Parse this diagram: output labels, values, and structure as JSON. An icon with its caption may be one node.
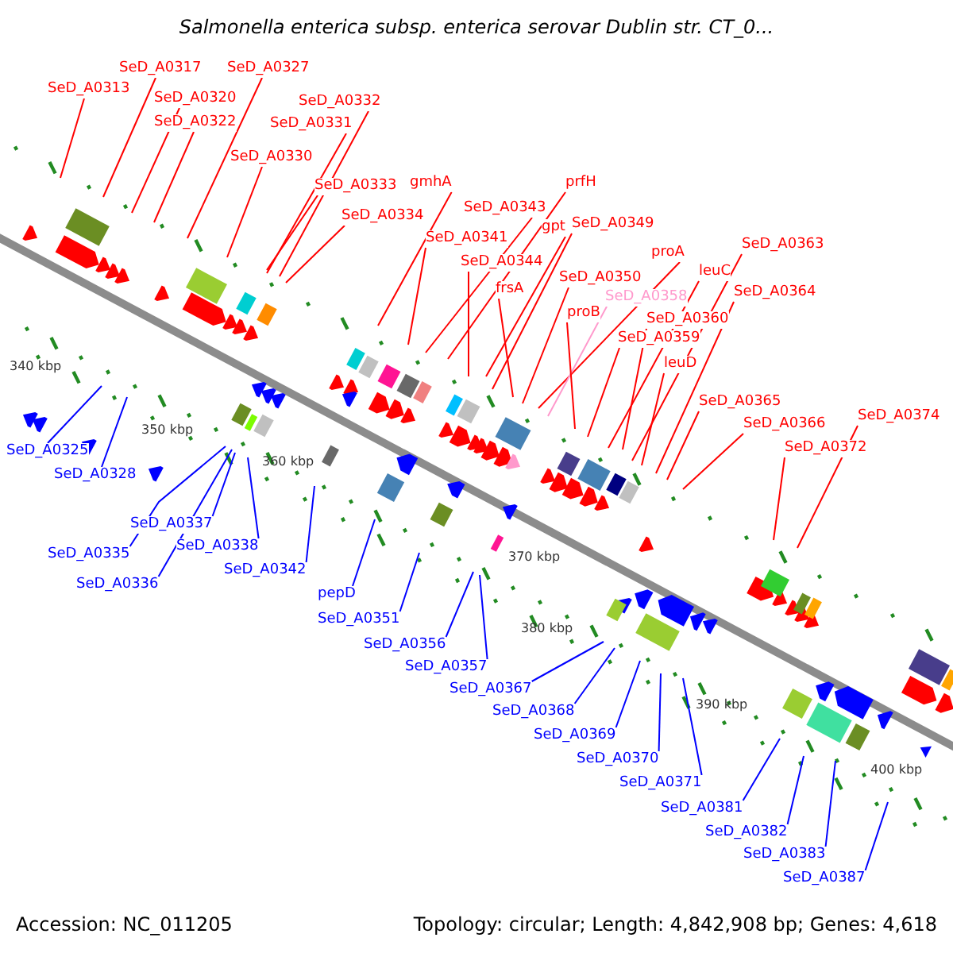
{
  "diagram": {
    "title": "Salmonella enterica subsp. enterica serovar Dublin str. CT_0...",
    "nodes": [
      {
        "text": [
          "SeD_A0313"
        ]
      },
      {
        "text": [
          "SeD_A0317"
        ]
      },
      {
        "text": [
          "SeD_A0320"
        ]
      },
      {
        "text": [
          "SeD_A0322"
        ]
      },
      {
        "text": [
          "SeD_A0327"
        ]
      },
      {
        "text": [
          "SeD_A0332"
        ]
      },
      {
        "text": [
          "SeD_A0331"
        ]
      },
      {
        "text": [
          "SeD_A0330"
        ]
      },
      {
        "text": [
          "SeD_A0333"
        ]
      },
      {
        "text": [
          "gmhA"
        ]
      },
      {
        "text": [
          "SeD_A0334"
        ]
      },
      {
        "text": [
          "prfH"
        ]
      },
      {
        "text": [
          "SeD_A0343"
        ]
      },
      {
        "text": [
          "SeD_A0341"
        ]
      },
      {
        "text": [
          "gpt"
        ]
      },
      {
        "text": [
          "SeD_A0349"
        ]
      },
      {
        "text": [
          "SeD_A0344"
        ]
      },
      {
        "text": [
          "proA"
        ]
      },
      {
        "text": [
          "frsA"
        ]
      },
      {
        "text": [
          "SeD_A0350"
        ]
      },
      {
        "text": [
          "SeD_A0358"
        ]
      },
      {
        "text": [
          "proB"
        ]
      },
      {
        "text": [
          "leuC"
        ]
      },
      {
        "text": [
          "SeD_A0363"
        ]
      },
      {
        "text": [
          "SeD_A0360"
        ]
      },
      {
        "text": [
          "SeD_A0364"
        ]
      },
      {
        "text": [
          "SeD_A0359"
        ]
      },
      {
        "text": [
          "leuD"
        ]
      },
      {
        "text": [
          "SeD_A0365"
        ]
      },
      {
        "text": [
          "SeD_A0366"
        ]
      },
      {
        "text": [
          "SeD_A0374"
        ]
      },
      {
        "text": [
          "SeD_A0372"
        ]
      },
      {
        "text": [
          "SeD_A0325"
        ]
      },
      {
        "text": [
          "SeD_A0328"
        ]
      },
      {
        "text": [
          "SeD_A0337"
        ]
      },
      {
        "text": [
          "SeD_A0335"
        ]
      },
      {
        "text": [
          "SeD_A0338"
        ]
      },
      {
        "text": [
          "SeD_A0336"
        ]
      },
      {
        "text": [
          "SeD_A0342"
        ]
      },
      {
        "text": [
          "pepD"
        ]
      },
      {
        "text": [
          "SeD_A0351"
        ]
      },
      {
        "text": [
          "SeD_A0356"
        ]
      },
      {
        "text": [
          "SeD_A0357"
        ]
      },
      {
        "text": [
          "SeD_A0367"
        ]
      },
      {
        "text": [
          "SeD_A0368"
        ]
      },
      {
        "text": [
          "SeD_A0369"
        ]
      },
      {
        "text": [
          "SeD_A0370"
        ]
      },
      {
        "text": [
          "SeD_A0371"
        ]
      },
      {
        "text": [
          "SeD_A0381"
        ]
      },
      {
        "text": [
          "SeD_A0382"
        ]
      },
      {
        "text": [
          "SeD_A0383"
        ]
      },
      {
        "text": [
          "SeD_A0387"
        ]
      }
    ],
    "edges": [
      {
        "from": 0,
        "to": null,
        "arrow": "none"
      },
      {
        "from": 1,
        "to": null,
        "arrow": "none"
      },
      {
        "from": 2,
        "to": null,
        "arrow": "none"
      },
      {
        "from": 3,
        "to": null,
        "arrow": "none"
      },
      {
        "from": 4,
        "to": null,
        "arrow": "none"
      },
      {
        "from": 5,
        "to": null,
        "arrow": "none"
      },
      {
        "from": 6,
        "to": null,
        "arrow": "none"
      },
      {
        "from": 7,
        "to": null,
        "arrow": "none"
      },
      {
        "from": 8,
        "to": null,
        "arrow": "none"
      },
      {
        "from": 9,
        "to": null,
        "arrow": "none"
      },
      {
        "from": 10,
        "to": null,
        "arrow": "none"
      },
      {
        "from": 11,
        "to": null,
        "arrow": "none"
      },
      {
        "from": 12,
        "to": null,
        "arrow": "none"
      },
      {
        "from": 13,
        "to": null,
        "arrow": "none"
      },
      {
        "from": 14,
        "to": null,
        "arrow": "none"
      },
      {
        "from": 15,
        "to": null,
        "arrow": "none"
      },
      {
        "from": 16,
        "to": null,
        "arrow": "none"
      },
      {
        "from": 17,
        "to": null,
        "arrow": "none"
      },
      {
        "from": 18,
        "to": null,
        "arrow": "none"
      },
      {
        "from": 19,
        "to": null,
        "arrow": "none"
      },
      {
        "from": 20,
        "to": null,
        "arrow": "none",
        "color": "#ff99cc"
      },
      {
        "from": 21,
        "to": null,
        "arrow": "none"
      },
      {
        "from": 22,
        "to": null,
        "arrow": "none"
      },
      {
        "from": 23,
        "to": null,
        "arrow": "none"
      },
      {
        "from": 24,
        "to": null,
        "arrow": "none"
      },
      {
        "from": 25,
        "to": null,
        "arrow": "none"
      },
      {
        "from": 26,
        "to": null,
        "arrow": "none"
      },
      {
        "from": 27,
        "to": null,
        "arrow": "none"
      },
      {
        "from": 28,
        "to": null,
        "arrow": "none"
      },
      {
        "from": 29,
        "to": null,
        "arrow": "none"
      },
      {
        "from": 30,
        "to": null,
        "arrow": "none"
      },
      {
        "from": 31,
        "to": null,
        "arrow": "none"
      },
      {
        "from": 32,
        "to": null,
        "arrow": "none",
        "color": "#0000ff"
      },
      {
        "from": 33,
        "to": null,
        "arrow": "none",
        "color": "#0000ff"
      },
      {
        "from": 34,
        "to": null,
        "arrow": "none",
        "color": "#0000ff"
      },
      {
        "from": 35,
        "to": null,
        "arrow": "none",
        "color": "#0000ff"
      },
      {
        "from": 36,
        "to": null,
        "arrow": "none",
        "color": "#0000ff"
      },
      {
        "from": 37,
        "to": null,
        "arrow": "none",
        "color": "#0000ff"
      },
      {
        "from": 38,
        "to": null,
        "arrow": "none",
        "color": "#0000ff"
      },
      {
        "from": 39,
        "to": null,
        "arrow": "none",
        "color": "#0000ff"
      },
      {
        "from": 40,
        "to": null,
        "arrow": "none",
        "color": "#0000ff"
      },
      {
        "from": 41,
        "to": null,
        "arrow": "none",
        "color": "#0000ff"
      },
      {
        "from": 42,
        "to": null,
        "arrow": "none",
        "color": "#0000ff"
      },
      {
        "from": 43,
        "to": null,
        "arrow": "none",
        "color": "#0000ff"
      },
      {
        "from": 44,
        "to": null,
        "arrow": "none",
        "color": "#0000ff"
      },
      {
        "from": 45,
        "to": null,
        "arrow": "none",
        "color": "#0000ff"
      },
      {
        "from": 46,
        "to": null,
        "arrow": "none",
        "color": "#0000ff"
      },
      {
        "from": 47,
        "to": null,
        "arrow": "none",
        "color": "#0000ff"
      },
      {
        "from": 48,
        "to": null,
        "arrow": "none",
        "color": "#0000ff"
      },
      {
        "from": 49,
        "to": null,
        "arrow": "none",
        "color": "#0000ff"
      },
      {
        "from": 50,
        "to": null,
        "arrow": "none",
        "color": "#0000ff"
      },
      {
        "from": 51,
        "to": null,
        "arrow": "none",
        "color": "#0000ff"
      }
    ],
    "labels": [
      "340 kbp",
      "350 kbp",
      "360 kbp",
      "370 kbp",
      "380 kbp",
      "390 kbp",
      "400 kbp",
      "Accession: NC_011205",
      "Topology: circular; Length: 4,842,908 bp; Genes: 4,618"
    ]
  }
}
